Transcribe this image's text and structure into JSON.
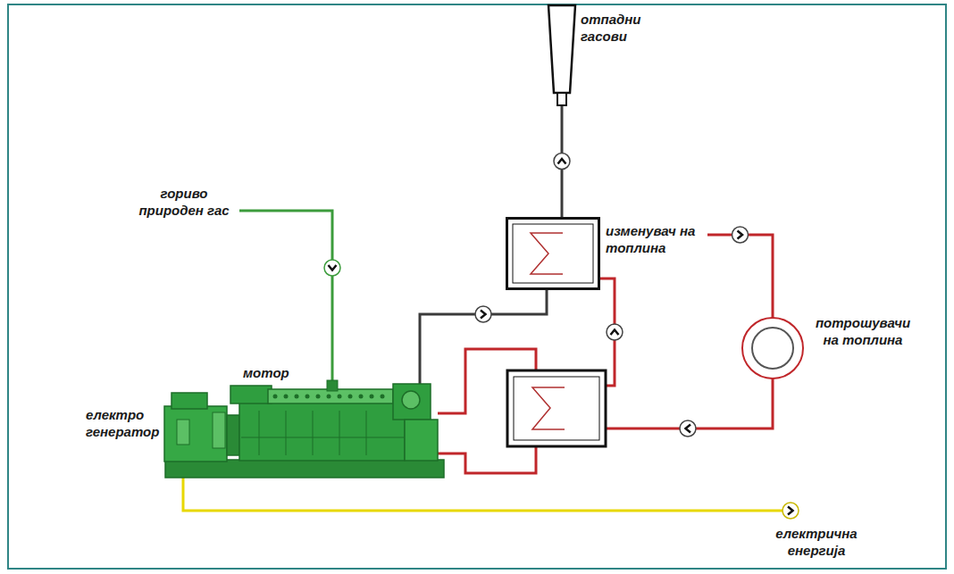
{
  "diagram": {
    "nodes": [
      {
        "text": [
          "отпадни гасови"
        ]
      },
      {
        "text": [
          "изменувач на топлина"
        ]
      },
      {
        "text": [
          "потрошувачи на топлина"
        ]
      },
      {
        "text": [
          "мотор"
        ]
      },
      {
        "text": [
          "електро генератор"
        ]
      }
    ],
    "edges": [
      {
        "from": 3,
        "to": 1,
        "arrow": "to"
      },
      {
        "from": 1,
        "to": 0,
        "arrow": "to"
      },
      {
        "from": 1,
        "to": 2,
        "arrow": "to"
      }
    ],
    "labels": [
      "гориво природен гас",
      "електрична енергија"
    ]
  }
}
